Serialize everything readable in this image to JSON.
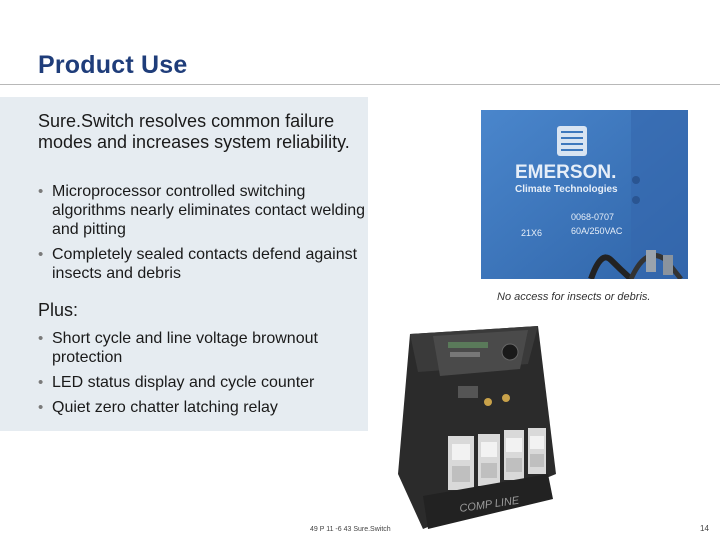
{
  "slide": {
    "title": "Product Use",
    "lead": "Sure.Switch resolves common failure modes and increases   system reliability.",
    "bullets_1": [
      "Microprocessor controlled switching algorithms nearly eliminates contact welding and pitting",
      "Completely sealed contacts defend against insects and debris"
    ],
    "plus_label": "Plus:",
    "bullets_2": [
      "Short cycle and line voltage brownout protection",
      "LED status display and cycle counter",
      "Quiet zero chatter latching relay"
    ],
    "bullet_glyph": "•"
  },
  "photo1": {
    "brand": "EMERSON.",
    "sub": "Climate Technologies",
    "part": "0068-0707",
    "rating": "60A/250VAC",
    "code": "21X6",
    "caption": "No access for insects or debris."
  },
  "photo2": {
    "label": "COMP LINE"
  },
  "footer": {
    "text": "49 P 11 -6 43 Sure.Switch",
    "page": "14"
  },
  "colors": {
    "title": "#1f3d7a",
    "panel": "#e6ecf1",
    "device_blue": "#3d78bd"
  }
}
